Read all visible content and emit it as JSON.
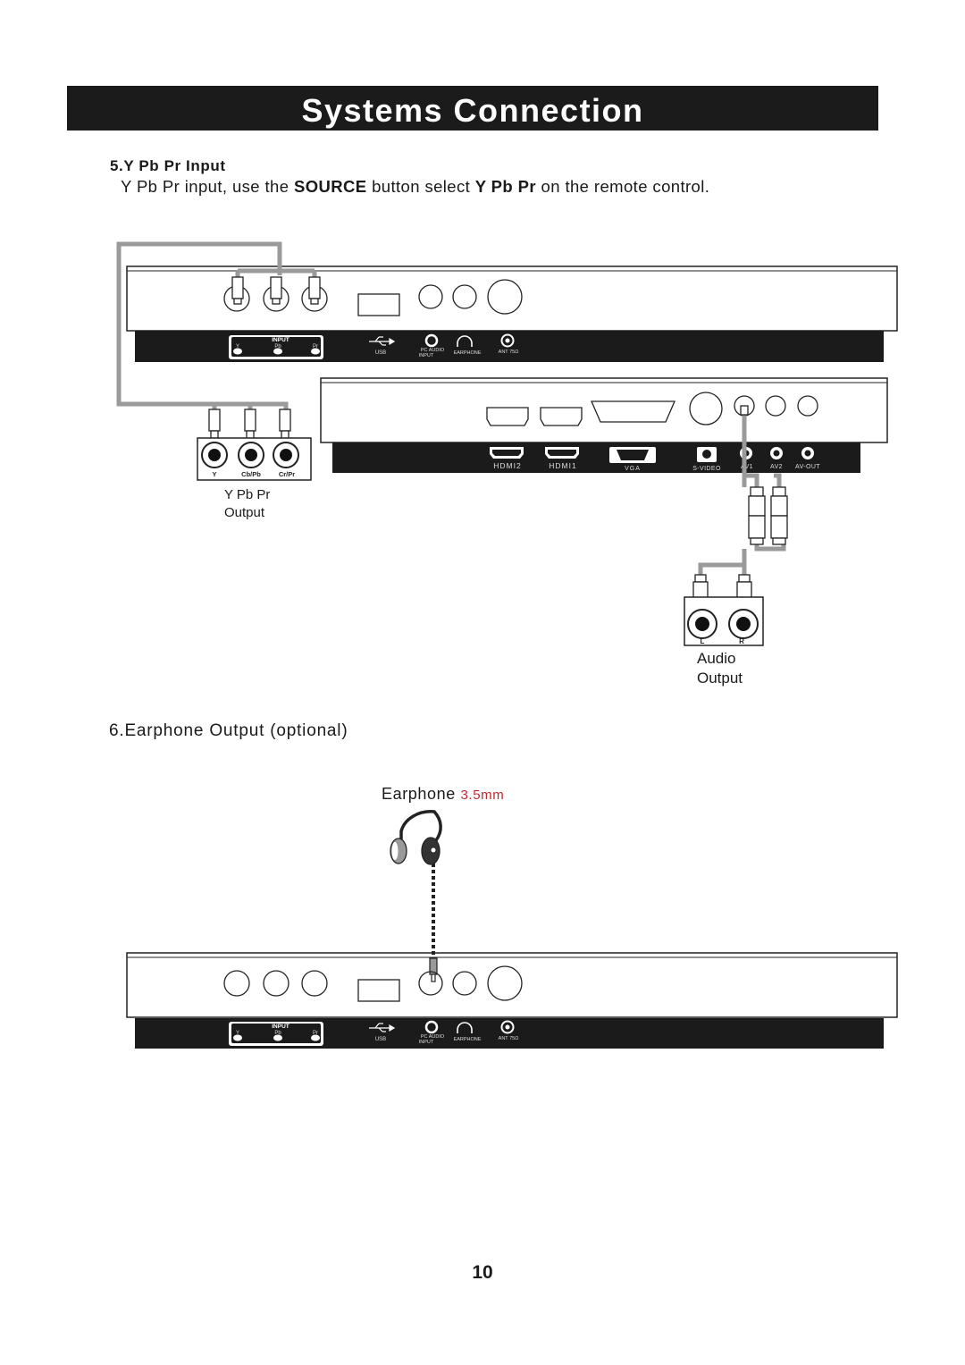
{
  "header": {
    "title": "Systems Connection"
  },
  "section5": {
    "heading": "5.Y Pb Pr Input",
    "desc_pre": "Y Pb Pr input, use the ",
    "desc_bold1": "SOURCE",
    "desc_mid": " button select ",
    "desc_bold2": "Y Pb Pr",
    "desc_post": " on the remote control."
  },
  "panel_top": {
    "input_label": "INPUT",
    "jacks": [
      "Y",
      "Pb",
      "Pr"
    ],
    "usb": "USB",
    "pc_audio_line1": "PC AUDIO",
    "pc_audio_line2": "INPUT",
    "earphone": "EARPHONE",
    "ant": "ANT 75Ω"
  },
  "panel_bottom": {
    "hdmi2": "HDMI2",
    "hdmi1": "HDMI1",
    "vga": "VGA",
    "svideo": "S-VIDEO",
    "av1": "AV1",
    "av2": "AV2",
    "avout": "AV-OUT"
  },
  "ypbpr_device": {
    "jacks": [
      "Y",
      "Cb/Pb",
      "Cr/Pr"
    ],
    "label_line1": "Y Pb Pr",
    "label_line2": "Output"
  },
  "audio_device": {
    "jacks": [
      "L",
      "R"
    ],
    "label_line1": "Audio",
    "label_line2": "Output"
  },
  "section6": {
    "heading": "6.Earphone Output (optional)",
    "device_label": "Earphone",
    "plug_size": "3.5mm"
  },
  "colors": {
    "cable": "#9a9a9a",
    "panel_dark": "#1b1b1b",
    "accent_red": "#c0282d"
  },
  "footer": {
    "page_number": "10"
  }
}
